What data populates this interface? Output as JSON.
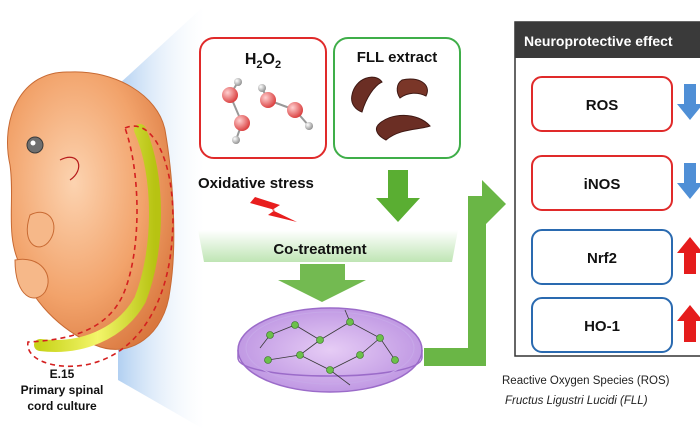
{
  "embryo": {
    "stage_label": "E.15",
    "culture_label_line1": "Primary spinal",
    "culture_label_line2": "cord culture"
  },
  "inputs": {
    "h2o2_main": "H",
    "h2o2_sub1": "2",
    "h2o2_o": "O",
    "h2o2_sub2": "2",
    "fll_label": "FLL extract"
  },
  "process": {
    "oxidative_stress": "Oxidative stress",
    "co_treatment": "Co-treatment"
  },
  "effects_panel": {
    "title": "Neuroprotective effect",
    "items": [
      {
        "label": "ROS",
        "direction": "down",
        "color": "#e02a2a"
      },
      {
        "label": "iNOS",
        "direction": "down",
        "color": "#e02a2a"
      },
      {
        "label": "Nrf2",
        "direction": "up",
        "color": "#2a6ab0"
      },
      {
        "label": "HO-1",
        "direction": "up",
        "color": "#2a6ab0"
      }
    ]
  },
  "footnotes": {
    "ros": "Reactive Oxygen Species (ROS)",
    "fll": "Fructus Ligustri Lucidi (FLL)"
  },
  "colors": {
    "red_box": "#e02a2a",
    "green_box": "#3fae49",
    "blue_box": "#2a6ab0",
    "arrow_green": "#5aae32",
    "arrow_down_blue": "#4f8fd6",
    "arrow_up_red": "#e51c1c"
  },
  "icons": {
    "lightning": "lightning-icon",
    "molecule": "h2o2-molecule-icon",
    "fruit": "fll-fruit-icon",
    "dish": "petri-dish-icon"
  }
}
